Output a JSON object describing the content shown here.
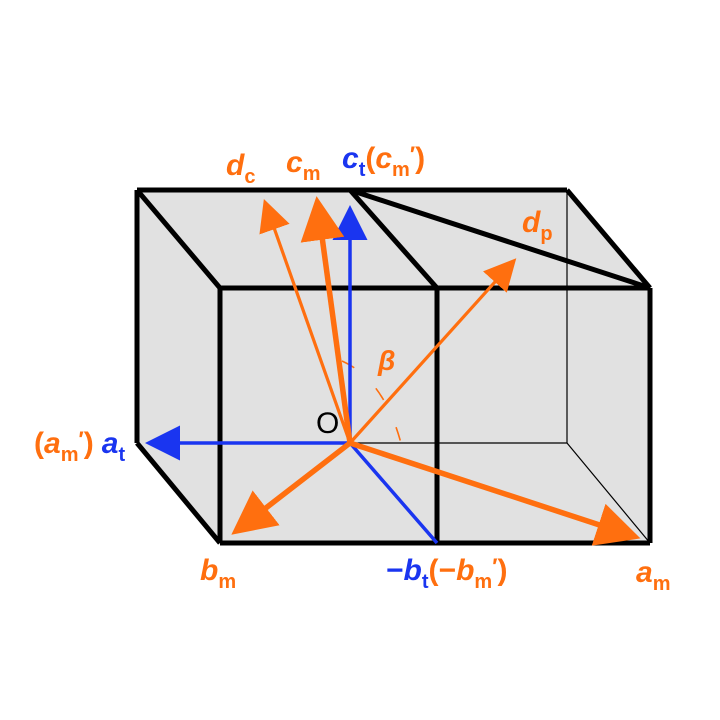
{
  "colors": {
    "orange": "#ff6f0f",
    "blue": "#1a35f0",
    "edge": "#000000",
    "face": "#e1e1e1"
  },
  "labels": {
    "dc": {
      "main": "d",
      "sub": "c"
    },
    "cm": {
      "main": "c",
      "sub": "m"
    },
    "ct": {
      "main": "c",
      "sub": "t",
      "paren_main": "c",
      "paren_sub": "m",
      "prime": "′"
    },
    "dp": {
      "main": "d",
      "sub": "p"
    },
    "beta": "β",
    "origin": "O",
    "am_paren": {
      "main": "a",
      "sub": "m",
      "prime": "′"
    },
    "at": {
      "main": "a",
      "sub": "t"
    },
    "bm": {
      "main": "b",
      "sub": "m"
    },
    "bt": {
      "minus": "−",
      "main": "b",
      "sub": "t",
      "paren_minus": "−",
      "paren_main": "b",
      "paren_sub": "m",
      "prime": "′"
    },
    "am": {
      "main": "a",
      "sub": "m"
    }
  }
}
